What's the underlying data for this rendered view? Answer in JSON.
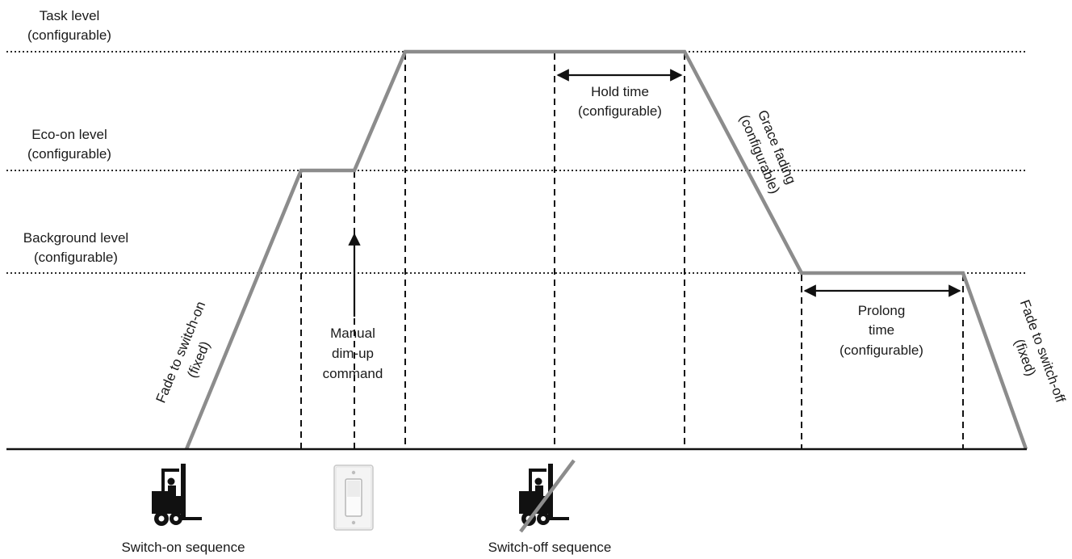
{
  "levels": {
    "task": {
      "name": "Task level",
      "note": "(configurable)"
    },
    "eco": {
      "name": "Eco-on level",
      "note": "(configurable)"
    },
    "background": {
      "name": "Background level",
      "note": "(configurable)"
    }
  },
  "annotations": {
    "hold_time": {
      "line1": "Hold time",
      "line2": "(configurable)"
    },
    "grace_fading": {
      "line1": "Grace fading",
      "line2": "(configurable)"
    },
    "prolong_time": {
      "line1": "Prolong",
      "line2": "time",
      "line3": "(configurable)"
    },
    "fade_on": {
      "line1": "Fade to switch-on",
      "line2": "(fixed)"
    },
    "fade_off": {
      "line1": "Fade to switch-off",
      "line2": "(fixed)"
    },
    "manual": {
      "line1": "Manual",
      "line2": "dim-up",
      "line3": "command"
    }
  },
  "sequences": {
    "switch_on": "Switch-on sequence",
    "switch_off": "Switch-off sequence"
  },
  "icons": {
    "forklift": "forklift-icon",
    "forklift_off": "forklift-crossed-icon",
    "wall_switch": "wall-switch-icon"
  },
  "colors": {
    "profile": "#8c8c8c",
    "lines": "#111111"
  }
}
